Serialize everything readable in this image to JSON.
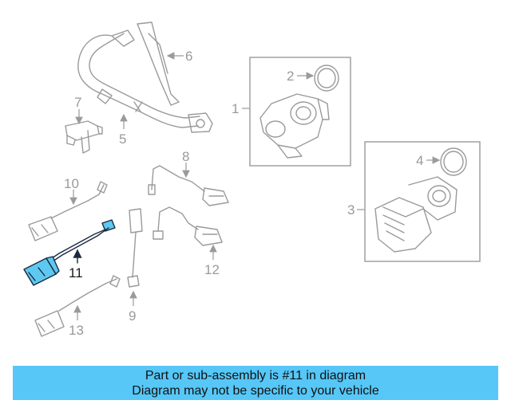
{
  "diagram": {
    "callouts": {
      "c1": "1",
      "c2": "2",
      "c3": "3",
      "c4": "4",
      "c5": "5",
      "c6": "6",
      "c7": "7",
      "c8": "8",
      "c9": "9",
      "c10": "10",
      "c11": "11",
      "c12": "12",
      "c13": "13"
    },
    "highlight_part": "11",
    "colors": {
      "highlight": "#5ec8f0",
      "line": "#9a9a9a",
      "banner": "#56c7f7"
    }
  },
  "banner": {
    "line1": "Part or sub-assembly is #11 in diagram",
    "line2": "Diagram may not be specific to your vehicle"
  }
}
